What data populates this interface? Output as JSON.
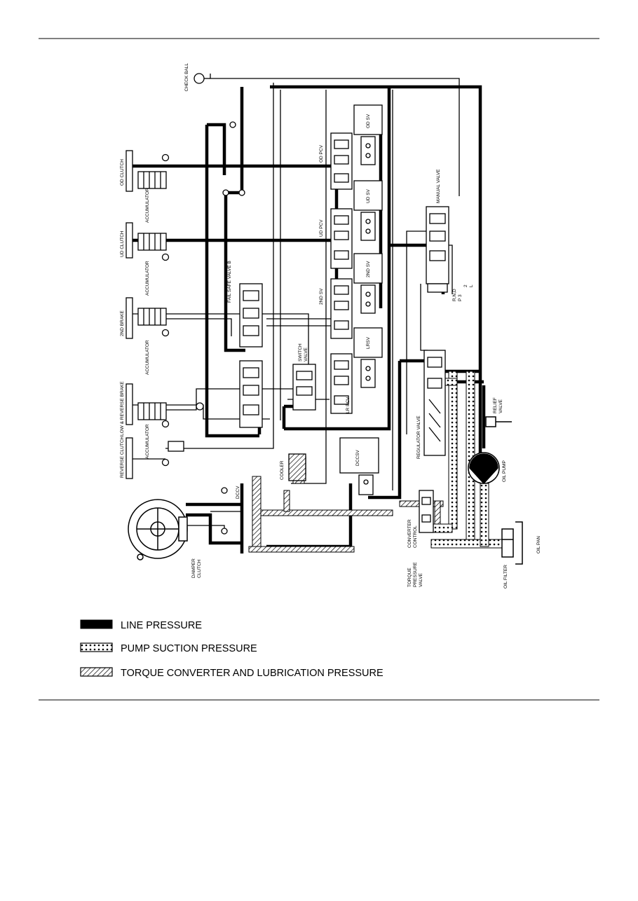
{
  "labels": {
    "check_ball": "CHECK BALL",
    "od_clutch": "OD CLUTCH",
    "ud_clutch": "UD CLUTCH",
    "second_brake": "2ND BRAKE",
    "low_reverse_brake": "LOW & REVERSE BRAKE",
    "reverse_clutch": "REVERSE CLUTCH",
    "accumulator": "ACCUMULATOR",
    "fail_safe_valve_b": "FAIL SAFE VALVE B",
    "switch_valve_1": "SWITCH",
    "switch_valve_2": "VALVE",
    "od_sv": "OD SV",
    "od_pcv": "OD PCV",
    "ud_sv": "UD SV",
    "ud_pcv": "UD PCV",
    "second_sv": "2ND SV",
    "second_sv_lower": "2ND SV",
    "lr_sv": "LRSV",
    "lr_pcv": "LR PCV",
    "dcc_sv": "DCCSV",
    "dccv": "DCCV",
    "cooler": "COOLER",
    "manual_valve": "MANUAL VALVE",
    "range_rnd": "R,N,D",
    "range_p3": "P  3",
    "range_2": "2",
    "range_l": "L",
    "relief_valve_1": "RELIEF",
    "relief_valve_2": "VALVE",
    "regulator_valve": "REGULATOR VALVE",
    "oil_pump": "OIL PUMP",
    "converter_control_1": "CONVERTER",
    "converter_control_2": "CONTROL",
    "torque_pressure_valve_1": "TORQUE",
    "torque_pressure_valve_2": "PRESSURE",
    "torque_pressure_valve_3": "VALVE",
    "damper_clutch_1": "DAMPER",
    "damper_clutch_2": "CLUTCH",
    "oil_filter": "OIL FILTER",
    "oil_pan": "OIL PAN"
  },
  "legend": [
    {
      "key": "line",
      "label": "LINE PRESSURE"
    },
    {
      "key": "suction",
      "label": "PUMP SUCTION PRESSURE"
    },
    {
      "key": "lube",
      "label": "TORQUE CONVERTER AND LUBRICATION PRESSURE"
    }
  ]
}
